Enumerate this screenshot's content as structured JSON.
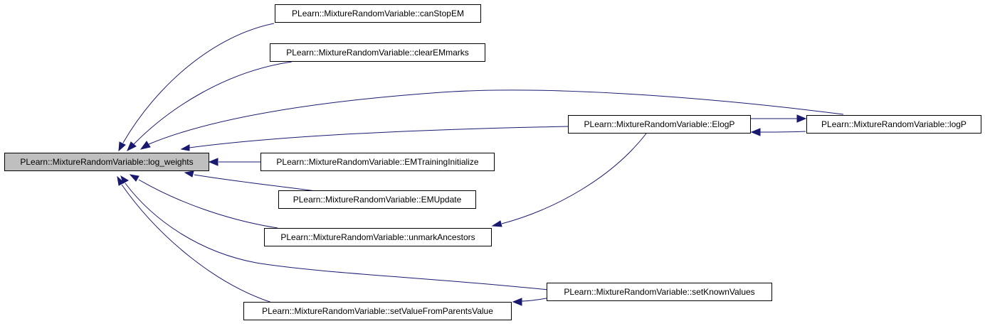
{
  "graph": {
    "edge_color": "#191970",
    "focus_fill": "#bfbfbf",
    "nodes": {
      "log_weights": "PLearn::MixtureRandomVariable::log_weights",
      "canStopEM": "PLearn::MixtureRandomVariable::canStopEM",
      "clearEMmarks": "PLearn::MixtureRandomVariable::clearEMmarks",
      "ElogP": "PLearn::MixtureRandomVariable::ElogP",
      "logP": "PLearn::MixtureRandomVariable::logP",
      "EMTrainingInitialize": "PLearn::MixtureRandomVariable::EMTrainingInitialize",
      "EMUpdate": "PLearn::MixtureRandomVariable::EMUpdate",
      "unmarkAncestors": "PLearn::MixtureRandomVariable::unmarkAncestors",
      "setKnownValues": "PLearn::MixtureRandomVariable::setKnownValues",
      "setValueFromParentsValue": "PLearn::MixtureRandomVariable::setValueFromParentsValue"
    }
  }
}
